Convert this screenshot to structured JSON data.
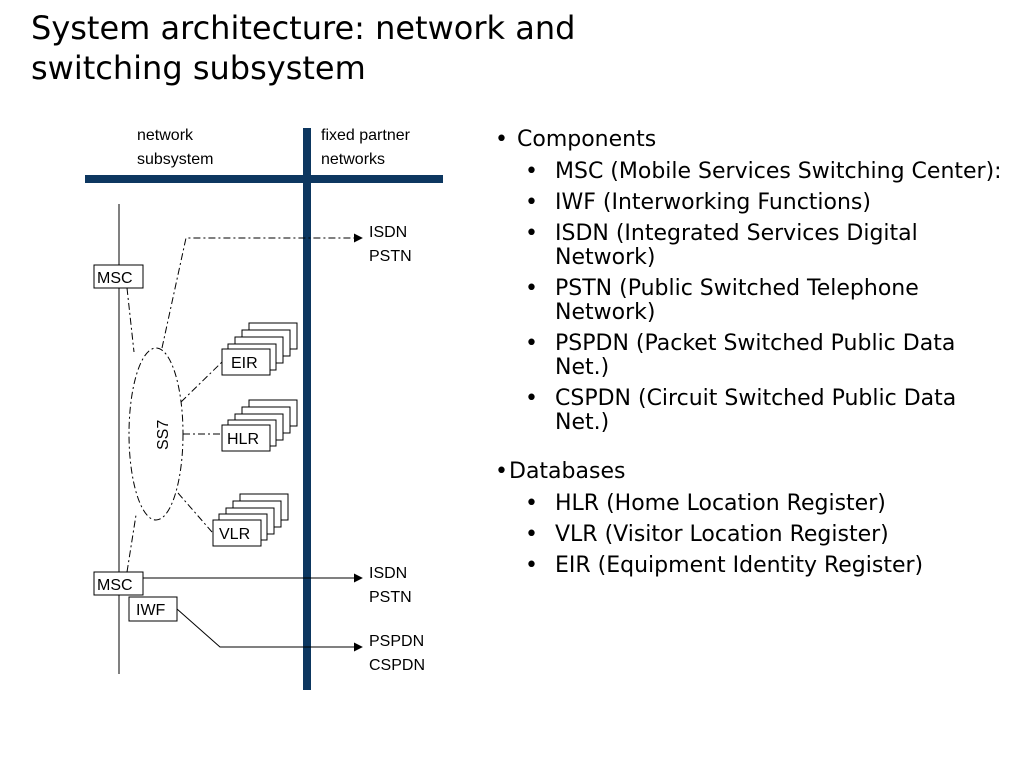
{
  "title": {
    "line1": "System architecture: network and",
    "line2": "switching subsystem"
  },
  "diagram": {
    "header_left": [
      "network",
      "subsystem"
    ],
    "header_right": [
      "fixed partner",
      "networks"
    ],
    "msc_top": "MSC",
    "msc_bottom": "MSC",
    "iwf": "IWF",
    "ss7": "SS7",
    "eir": "EIR",
    "hlr": "HLR",
    "vlr": "VLR",
    "target_top": [
      "ISDN",
      "PSTN"
    ],
    "target_mid": [
      "ISDN",
      "PSTN"
    ],
    "target_bottom": [
      "PSPDN",
      "CSPDN"
    ],
    "colors": {
      "bar": "#0d3760",
      "lines": "#000000"
    }
  },
  "bullets": {
    "symbol": "•",
    "components_label": "Components",
    "components": [
      "MSC (Mobile Services Switching Center):",
      "IWF (Interworking Functions)",
      "ISDN (Integrated Services Digital Network)",
      "PSTN (Public Switched Telephone Network)",
      "PSPDN (Packet Switched Public Data Net.)",
      "CSPDN (Circuit Switched Public Data Net.)"
    ],
    "databases_label": "Databases",
    "databases": [
      "HLR (Home Location Register)",
      "VLR (Visitor Location Register)",
      "EIR (Equipment Identity Register)"
    ]
  }
}
